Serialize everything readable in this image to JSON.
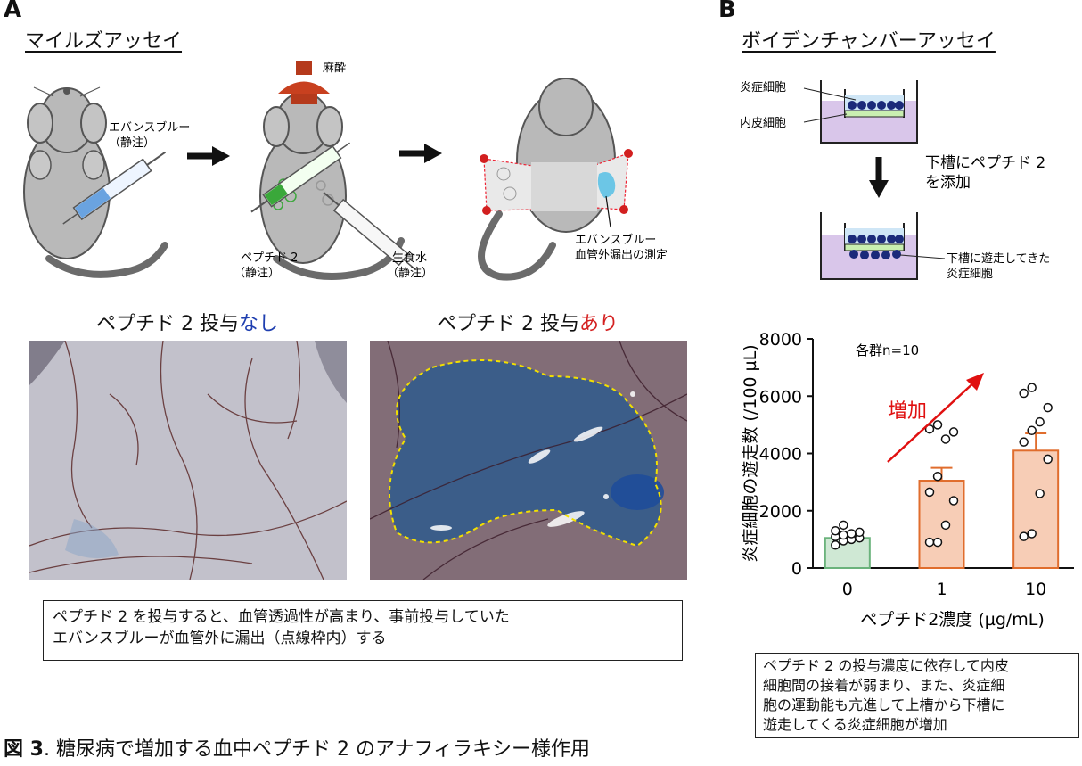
{
  "panel_a": {
    "letter": "A",
    "title": "マイルズアッセイ",
    "step1_label_line1": "エバンスブルー",
    "step1_label_line2": "（静注）",
    "anesthesia": "麻酔",
    "step2_left_line1": "ペプチド 2",
    "step2_left_line2": "（静注）",
    "step2_right_line1": "生食水",
    "step2_right_line2": "（静注）",
    "step3_line1": "エバンスブルー",
    "step3_line2": "血管外漏出の測定",
    "cond_none_prefix": "ペプチド 2 投与",
    "cond_none_suffix": "なし",
    "cond_yes_prefix": "ペプチド 2 投与",
    "cond_yes_suffix": "あり",
    "caption_line1": "ペプチド 2 を投与すると、血管透過性が高まり、事前投与していた",
    "caption_line2": "エバンスブルーが血管外に漏出（点線枠内）する"
  },
  "panel_b": {
    "letter": "B",
    "title": "ボイデンチャンバーアッセイ",
    "label_inflam": "炎症細胞",
    "label_endo": "内皮細胞",
    "add_line1": "下槽にペプチド 2",
    "add_line2": "を添加",
    "migrated_line1": "下槽に遊走してきた",
    "migrated_line2": "炎症細胞",
    "caption_lines": [
      "ペプチド 2 の投与濃度に依存して内皮",
      "細胞間の接着が弱まり、また、炎症細",
      "胞の運動能も亢進して上槽から下槽に",
      "遊走してくる炎症細胞が増加"
    ]
  },
  "chart_data": {
    "type": "bar",
    "categories": [
      "0",
      "1",
      "10"
    ],
    "values": [
      1050,
      3050,
      4100
    ],
    "sem": [
      120,
      450,
      600
    ],
    "points": [
      [
        800,
        950,
        1000,
        1050,
        1100,
        1150,
        1200,
        1250,
        1300,
        1500
      ],
      [
        900,
        900,
        1500,
        2350,
        2650,
        3200,
        4500,
        4750,
        4850,
        5000
      ],
      [
        1100,
        1200,
        2600,
        3800,
        4400,
        4800,
        5100,
        5600,
        6100,
        6300
      ]
    ],
    "bar_colors": [
      "#cfe8d4",
      "#f7cdb6",
      "#f7cdb6"
    ],
    "edge_colors": [
      "#6bb37c",
      "#e06d2d",
      "#e06d2d"
    ],
    "ylim": [
      0,
      8000
    ],
    "yticks": [
      "0",
      "2000",
      "4000",
      "6000",
      "8000"
    ],
    "xlabel": "ペプチド2濃度 (µg/mL)",
    "ylabel": "炎症細胞の遊走数 (/100 µL)",
    "annotation_n": "各群n=10",
    "annotation_increase": "増加"
  },
  "figure_caption": {
    "label": "図 3",
    "text": ". 糖尿病で増加する血中ペプチド 2 のアナフィラキシー様作用"
  },
  "colors": {
    "blue_word": "#1f3fb0",
    "red_word": "#d42020",
    "arrow_red": "#e01010",
    "dish_purple": "#d9c6ea",
    "cell_blue": "#1b2a7a",
    "membrane_green": "#c9efb0"
  }
}
